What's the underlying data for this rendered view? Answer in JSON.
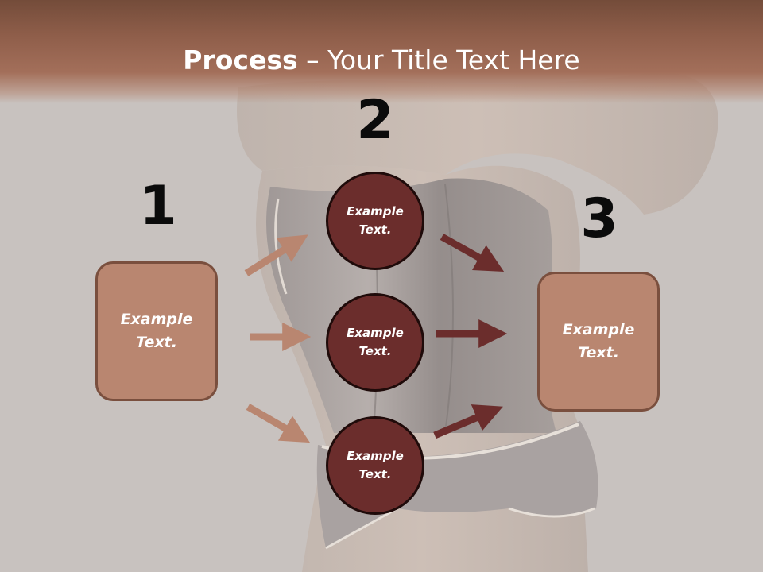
{
  "title": {
    "bold": "Process",
    "rest": " – Your Title Text Here"
  },
  "steps": [
    {
      "number": "1",
      "text_line1": "Example",
      "text_line2": "Text."
    },
    {
      "number": "2"
    },
    {
      "number": "3",
      "text_line1": "Example",
      "text_line2": "Text."
    }
  ],
  "circles": [
    {
      "line1": "Example",
      "line2": "Text."
    },
    {
      "line1": "Example",
      "line2": "Text."
    },
    {
      "line1": "Example",
      "line2": "Text."
    }
  ],
  "colors": {
    "title_band": "#8f5e4a",
    "box_fill": "#b98670",
    "circle_fill": "#6b2d2c",
    "arrow_light": "#b98670",
    "arrow_dark": "#6b2d2c"
  }
}
